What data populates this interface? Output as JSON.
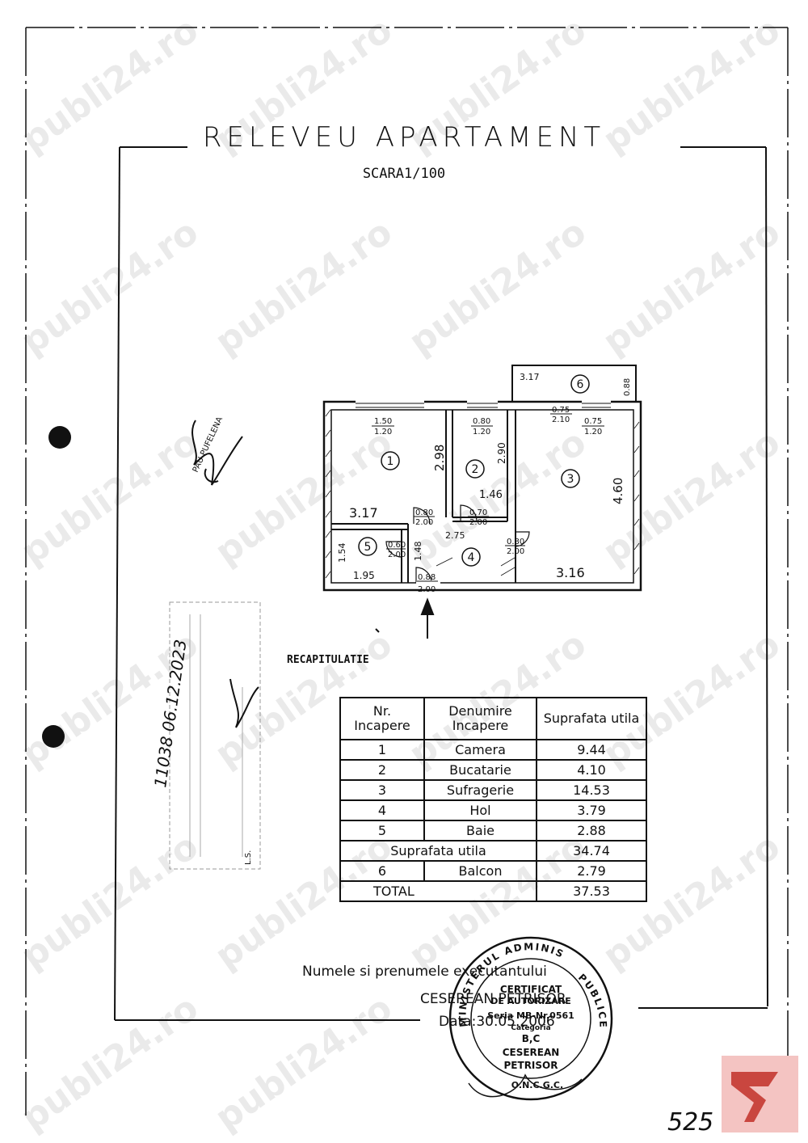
{
  "header": {
    "title": "RELEVEU APARTAMENT",
    "scale": "SCARA1/100"
  },
  "plan": {
    "rooms": [
      {
        "number": "1"
      },
      {
        "number": "2"
      },
      {
        "number": "3"
      },
      {
        "number": "4"
      },
      {
        "number": "5"
      },
      {
        "number": "6"
      }
    ],
    "dims": {
      "r1_win_top": "1.50",
      "r1_win_bot": "1.20",
      "r1_height": "2.98",
      "r1_width": "3.17",
      "r2_win_top": "0.80",
      "r2_win_bot": "1.20",
      "r2_height": "2.90",
      "r2_width": "1.46",
      "r3_door_top": "0.75",
      "r3_door_bot": "2.10",
      "r3_win_top": "0.75",
      "r3_win_bot": "1.20",
      "r3_height": "4.60",
      "r3_width": "3.16",
      "r6_width": "3.17",
      "r6_depth": "0.88",
      "d1_top": "0.80",
      "d1_bot": "2.00",
      "d2_top": "0.70",
      "d2_bot": "2.00",
      "hol_width": "2.75",
      "hol_height": "1.48",
      "d3_top": "0.80",
      "d3_bot": "2.00",
      "d5_top": "0.60",
      "d5_bot": "2.00",
      "r5_height": "1.54",
      "r5_width": "1.95",
      "entry_top": "0.88",
      "entry_bot": "2.00"
    }
  },
  "signature_text": "PAU PUFELENA",
  "side_stamp_text": "11038 06.12.2023",
  "side_stamp_ls": "L.S.",
  "recap_title": "RECAPITULATIE",
  "table": {
    "headers": [
      "Nr. Incapere",
      "Denumire Incapere",
      "Suprafata utila"
    ],
    "rows": [
      {
        "nr": "1",
        "name": "Camera",
        "area": "9.44"
      },
      {
        "nr": "2",
        "name": "Bucatarie",
        "area": "4.10"
      },
      {
        "nr": "3",
        "name": "Sufragerie",
        "area": "14.53"
      },
      {
        "nr": "4",
        "name": "Hol",
        "area": "3.79"
      },
      {
        "nr": "5",
        "name": "Baie",
        "area": "2.88"
      }
    ],
    "util_label": "Suprafata utila",
    "util_value": "34.74",
    "balcony": {
      "nr": "6",
      "name": "Balcon",
      "area": "2.79"
    },
    "total_label": "TOTAL",
    "total_value": "37.53"
  },
  "executor": {
    "label": "Numele si prenumele executantului",
    "name": "CESEREAN PETRISOR",
    "date": "Data:30.05.2006"
  },
  "seal": {
    "ring_top": "MINISTERUL ADMINISTRATIEI",
    "ring_right": "PUBLICE",
    "line1": "CERTIFICAT",
    "line2": "DE AUTORIZARE",
    "line3": "Seria MB-Nr.0561",
    "line4": "Categoria",
    "line5": "B,C",
    "line6": "CESEREAN",
    "line7": "PETRISOR",
    "line8": "O.N.C.G.C."
  },
  "page_corner_number": "525",
  "watermark": "publi24.ro",
  "colors": {
    "ink": "#111111",
    "logo_bg": "#f4c4c2",
    "logo_mark": "#c9463f",
    "watermark": "#d6d6d6"
  }
}
